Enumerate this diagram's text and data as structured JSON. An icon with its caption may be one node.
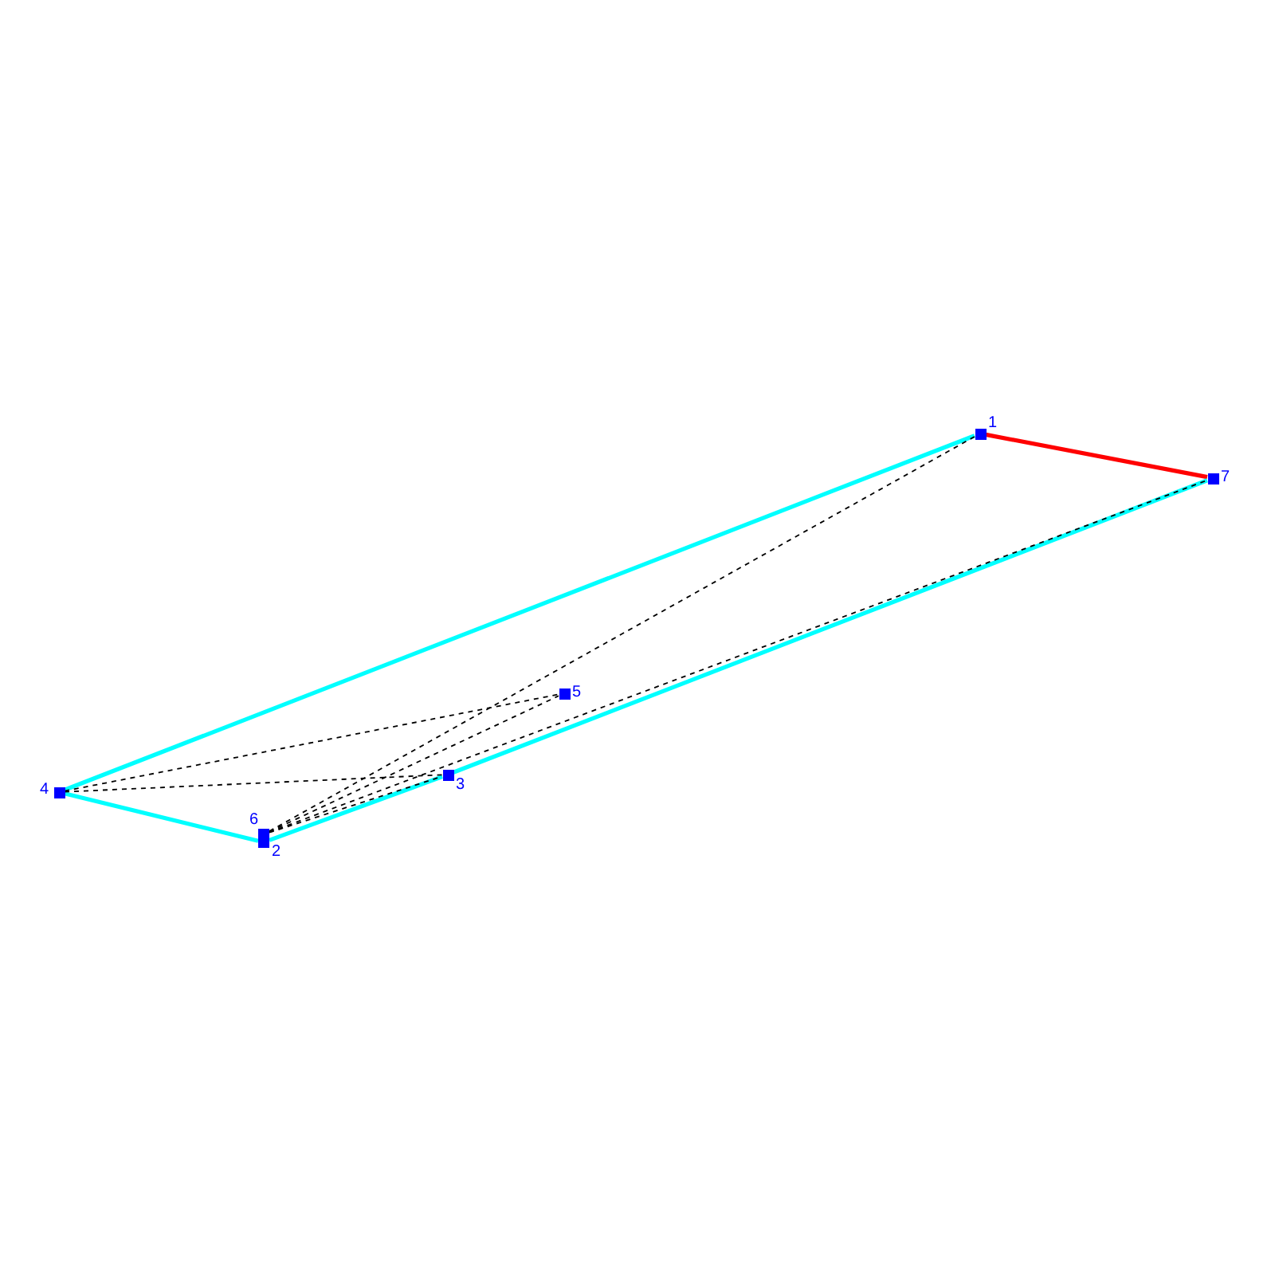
{
  "diagram": {
    "nodes": [
      {
        "text": [],
        "shape": "box",
        "beside": [
          "1"
        ]
      },
      {
        "text": [],
        "shape": "box",
        "beside": [
          "7"
        ]
      },
      {
        "text": [],
        "shape": "box",
        "beside": [
          "5"
        ]
      },
      {
        "text": [],
        "shape": "box",
        "beside": [
          "3"
        ]
      },
      {
        "text": [],
        "shape": "box",
        "beside": [
          "4"
        ]
      },
      {
        "text": [],
        "shape": "box",
        "beside": [
          "6"
        ]
      },
      {
        "text": [],
        "shape": "box",
        "beside": [
          "2"
        ]
      }
    ],
    "edges": [
      {
        "from": 4,
        "to": 0,
        "arrow": "none",
        "style": "thick",
        "color": "#00ffff"
      },
      {
        "from": 0,
        "to": 1,
        "arrow": "none",
        "style": "thick",
        "color": "#ff0000"
      },
      {
        "from": 1,
        "to": 3,
        "arrow": "none",
        "style": "thick",
        "color": "#00ffff"
      },
      {
        "from": 3,
        "to": 6,
        "arrow": "none",
        "style": "thick",
        "color": "#00ffff"
      },
      {
        "from": 4,
        "to": 6,
        "arrow": "none",
        "style": "thick",
        "color": "#00ffff"
      },
      {
        "from": 4,
        "to": 2,
        "arrow": "none",
        "style": "dashed"
      },
      {
        "from": 4,
        "to": 3,
        "arrow": "none",
        "style": "dashed"
      },
      {
        "from": 5,
        "to": 0,
        "arrow": "none",
        "style": "dashed"
      },
      {
        "from": 5,
        "to": 2,
        "arrow": "none",
        "style": "dashed"
      },
      {
        "from": 5,
        "to": 3,
        "arrow": "none",
        "style": "dashed"
      },
      {
        "from": 5,
        "to": 1,
        "arrow": "none",
        "style": "dashed"
      }
    ]
  }
}
